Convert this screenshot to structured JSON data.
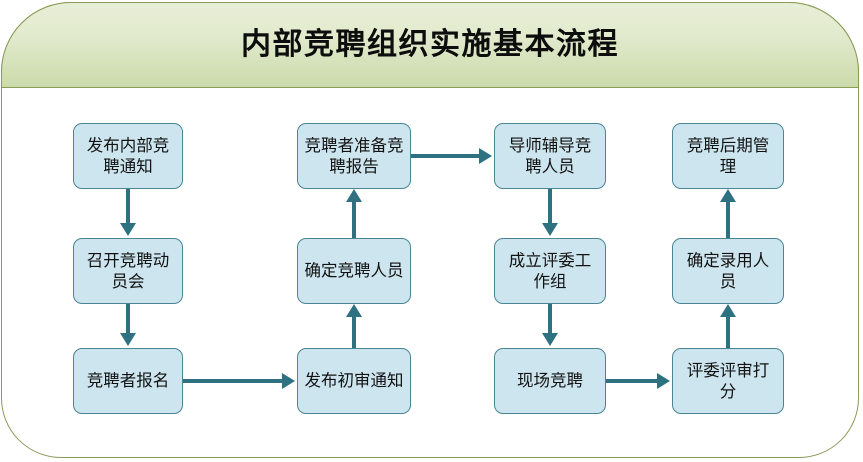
{
  "header": {
    "title": "内部竞聘组织实施基本流程"
  },
  "colors": {
    "banner_top": "#e7eed6",
    "banner_bottom": "#cbdaab",
    "frame_border": "#8a9a58",
    "node_fill": "#cde5ee",
    "node_border": "#4a8594",
    "connector": "#2e7180",
    "text": "#121212",
    "page_background": "#ffffff"
  },
  "flowchart": {
    "columns": [
      {
        "name": "column-1",
        "nodes": [
          {
            "id": "n1",
            "label": "发布内部竞聘通知"
          },
          {
            "id": "n2",
            "label": "召开竞聘动员会"
          },
          {
            "id": "n3",
            "label": "竞聘者报名"
          }
        ]
      },
      {
        "name": "column-2",
        "nodes": [
          {
            "id": "n6",
            "label": "竞聘者准备竞聘报告"
          },
          {
            "id": "n5",
            "label": "确定竞聘人员"
          },
          {
            "id": "n4",
            "label": "发布初审通知"
          }
        ]
      },
      {
        "name": "column-3",
        "nodes": [
          {
            "id": "n7",
            "label": "导师辅导竞聘人员"
          },
          {
            "id": "n8",
            "label": "成立评委工作组"
          },
          {
            "id": "n9",
            "label": "现场竞聘"
          }
        ]
      },
      {
        "name": "column-4",
        "nodes": [
          {
            "id": "n12",
            "label": "竞聘后期管理"
          },
          {
            "id": "n11",
            "label": "确定录用人员"
          },
          {
            "id": "n10",
            "label": "评委评审打分"
          }
        ]
      }
    ],
    "edges": [
      {
        "from": "n1",
        "to": "n2",
        "direction": "down"
      },
      {
        "from": "n2",
        "to": "n3",
        "direction": "down"
      },
      {
        "from": "n3",
        "to": "n4",
        "direction": "right"
      },
      {
        "from": "n4",
        "to": "n5",
        "direction": "up"
      },
      {
        "from": "n5",
        "to": "n6",
        "direction": "up"
      },
      {
        "from": "n6",
        "to": "n7",
        "direction": "right"
      },
      {
        "from": "n7",
        "to": "n8",
        "direction": "down"
      },
      {
        "from": "n8",
        "to": "n9",
        "direction": "down"
      },
      {
        "from": "n9",
        "to": "n10",
        "direction": "right"
      },
      {
        "from": "n10",
        "to": "n11",
        "direction": "up"
      },
      {
        "from": "n11",
        "to": "n12",
        "direction": "up"
      }
    ]
  }
}
